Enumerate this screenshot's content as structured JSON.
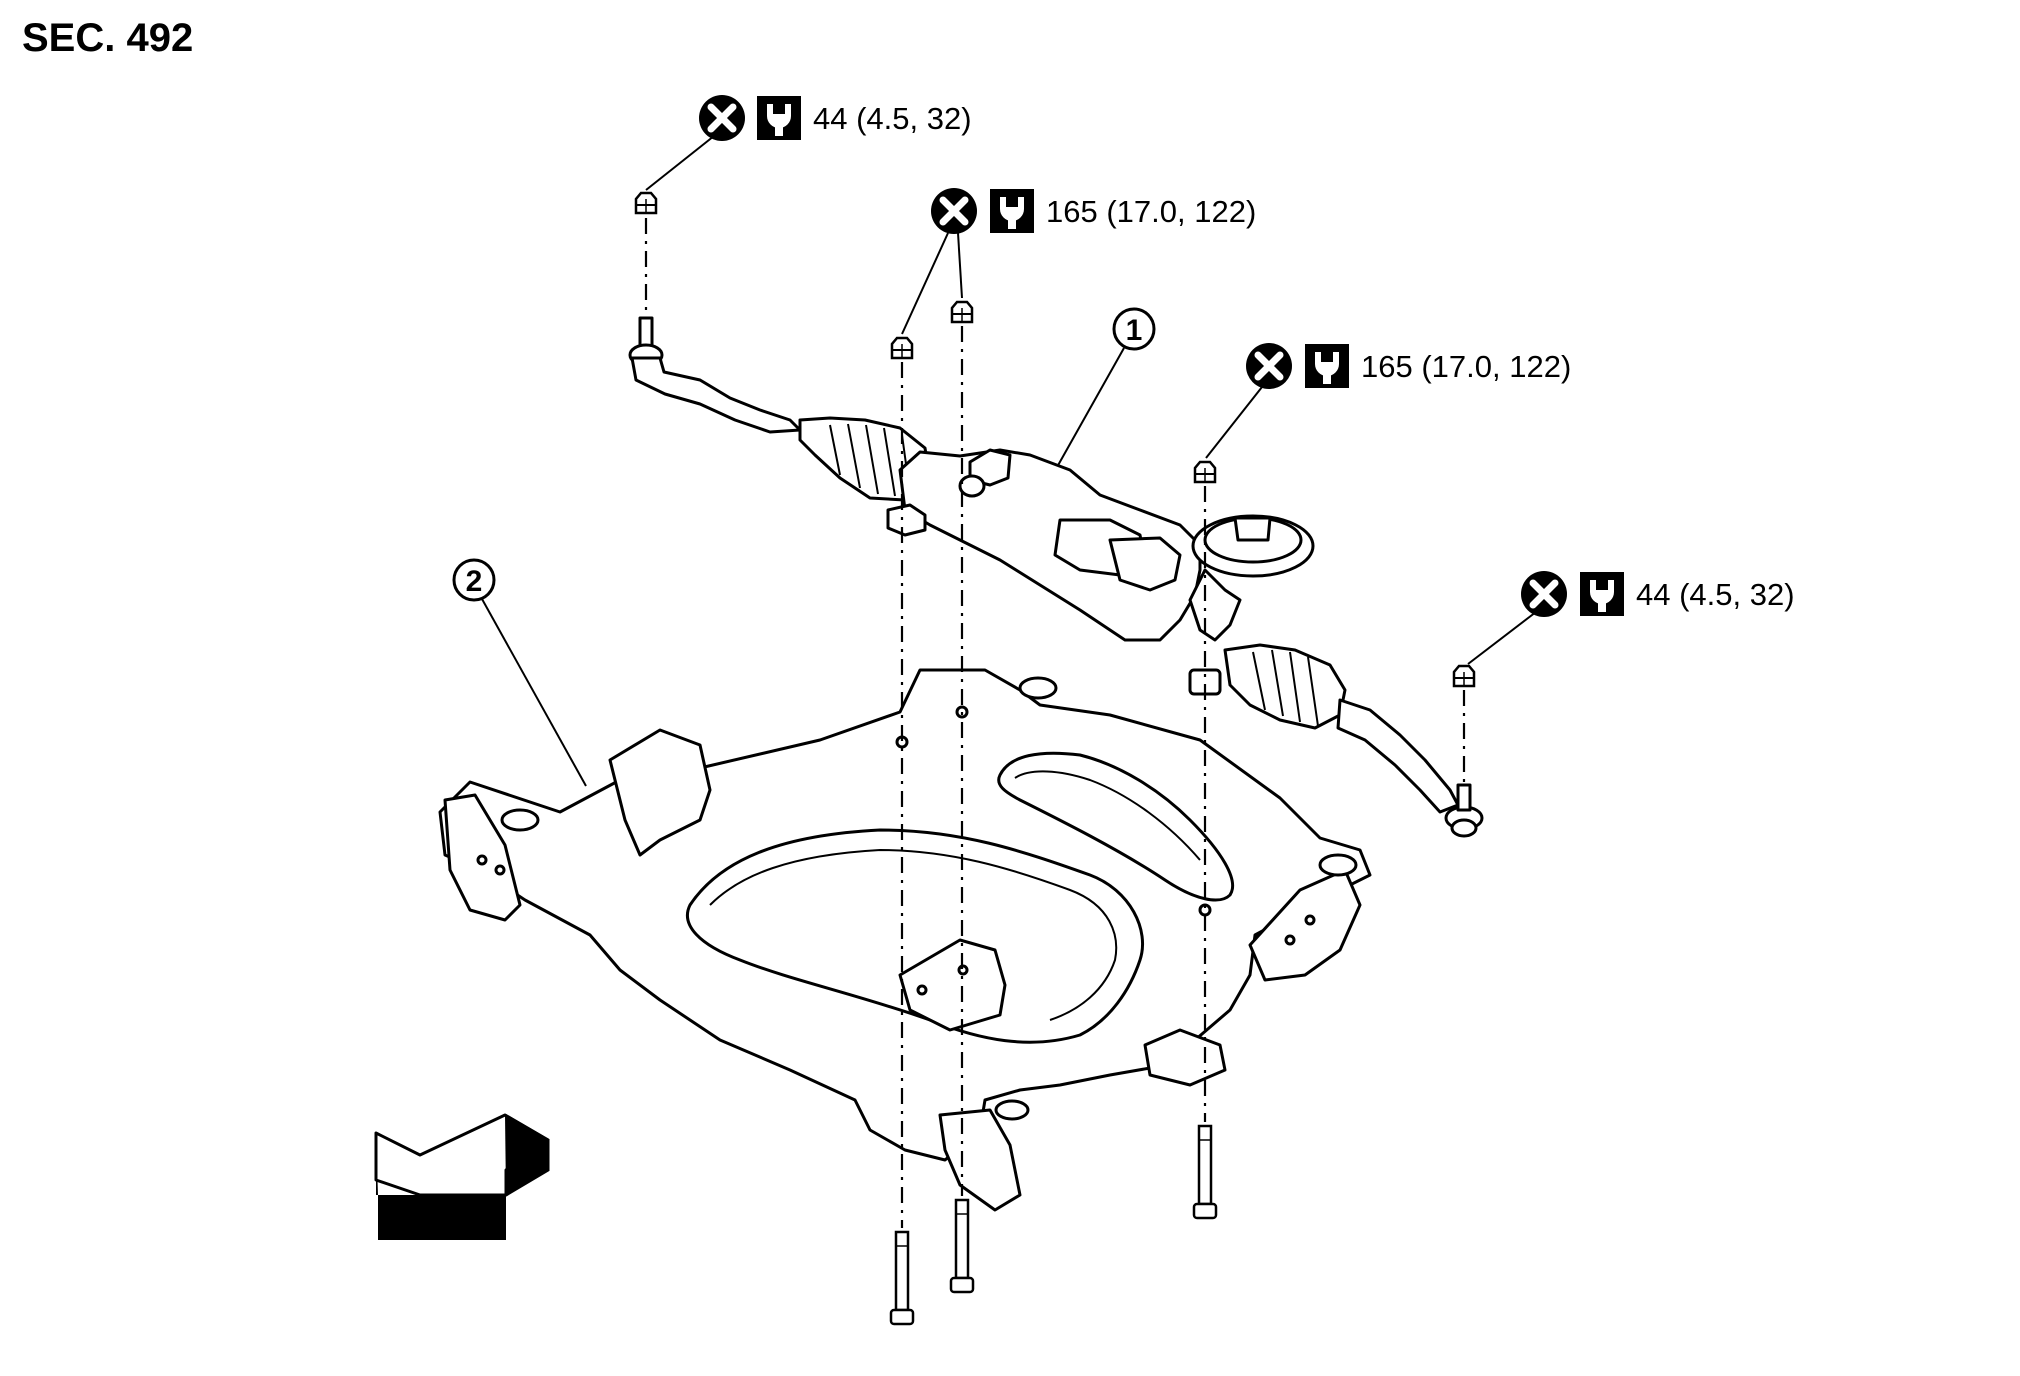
{
  "section_title": "SEC. 492",
  "parts": [
    {
      "index": "1"
    },
    {
      "index": "2"
    }
  ],
  "torque_callouts": [
    {
      "id": "tie-rod-left",
      "value": "44 (4.5, 32)",
      "reusable": false,
      "icon": "do-not-reuse-icon",
      "tool_icon": "torque-wrench-icon"
    },
    {
      "id": "rack-mount-left",
      "value": "165 (17.0, 122)",
      "reusable": false,
      "icon": "do-not-reuse-icon",
      "tool_icon": "torque-wrench-icon"
    },
    {
      "id": "rack-mount-right",
      "value": "165 (17.0, 122)",
      "reusable": false,
      "icon": "do-not-reuse-icon",
      "tool_icon": "torque-wrench-icon"
    },
    {
      "id": "tie-rod-right",
      "value": "44 (4.5, 32)",
      "reusable": false,
      "icon": "do-not-reuse-icon",
      "tool_icon": "torque-wrench-icon"
    }
  ],
  "direction_arrow": {
    "icon": "vehicle-front-arrow-icon"
  }
}
